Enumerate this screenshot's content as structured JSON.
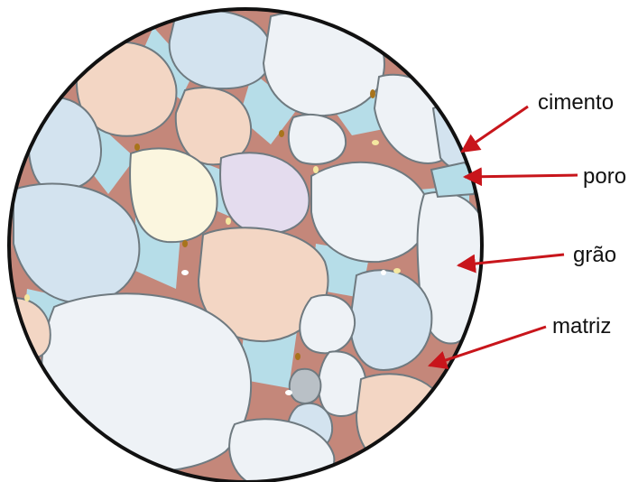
{
  "labels": {
    "cimento": "cimento",
    "poro": "poro",
    "grao": "grão",
    "matriz": "matriz"
  },
  "colors": {
    "matrix": "#c4877a",
    "pore": "#b6dde8",
    "grain_outline": "#6f7a80",
    "circle_outline": "#111111",
    "arrow": "#c8151b",
    "grain_blue": "#d3e3ef",
    "grain_white": "#eef2f6",
    "grain_peach": "#f3d6c4",
    "grain_cream": "#fbf6df",
    "grain_lilac": "#e4dcee",
    "grain_gray": "#b9c0c6"
  }
}
